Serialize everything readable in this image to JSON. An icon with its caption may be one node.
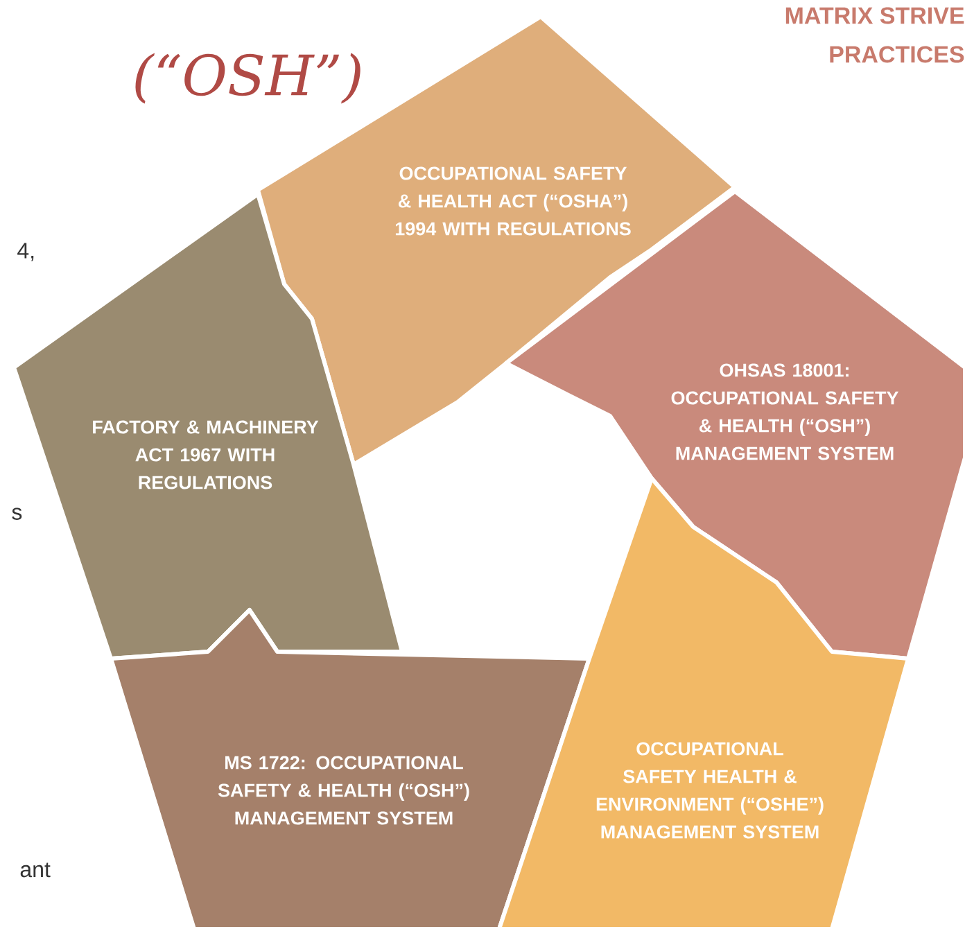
{
  "diagram": {
    "nodes": [
      {
        "text": [
          "OCCUPATIONAL SAFETY & HEALTH ACT (“OSHA”) 1994 WITH REGULATIONS"
        ]
      },
      {
        "text": [
          "OHSAS 18001: OCCUPATIONAL SAFETY & HEALTH (“OSH”) MANAGEMENT SYSTEM"
        ]
      },
      {
        "text": [
          "FACTORY & MACHINERY ACT 1967 WITH REGULATIONS"
        ]
      },
      {
        "text": [
          "MS 1722: OCCUPATIONAL SAFETY & HEALTH (“OSH”) MANAGEMENT SYSTEM"
        ]
      },
      {
        "text": [
          "OCCUPATIONAL SAFETY HEALTH & ENVIRONMENT (“OSHE”) MANAGEMENT SYSTEM"
        ]
      }
    ],
    "labels": [
      "(“OSH”)",
      "MATRIX STRIVE",
      "PRACTICES",
      "4,",
      "s",
      "ant"
    ]
  }
}
